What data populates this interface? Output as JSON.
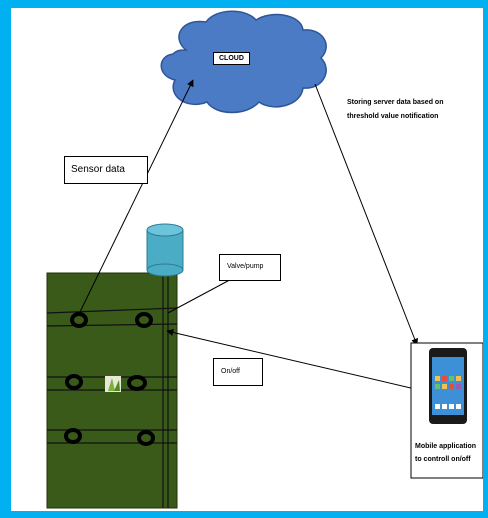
{
  "cloud": {
    "label": "CLOUD"
  },
  "sensor_label": "Sensor data",
  "storing_label_line1": "Storing server data based on",
  "storing_label_line2": "threshold  value notification",
  "valve_label": "Valve/pump",
  "onoff_label": "On/off",
  "mobile_label_line1": "Mobile  application",
  "mobile_label_line2": "to controll on/off",
  "colors": {
    "frame": "#00b0f0",
    "cloud_fill": "#4a7bc4",
    "cloud_stroke": "#2f5597",
    "field": "#3a5a1a",
    "tank": "#4bacc6",
    "phone_body": "#1a1a1a",
    "phone_screen": "#3d8fd6"
  },
  "icons": {
    "cloud": "cloud-icon",
    "tank": "water-tank-icon",
    "phone": "smartphone-icon",
    "plant": "plant-icon",
    "sensor": "sensor-ring-icon"
  }
}
